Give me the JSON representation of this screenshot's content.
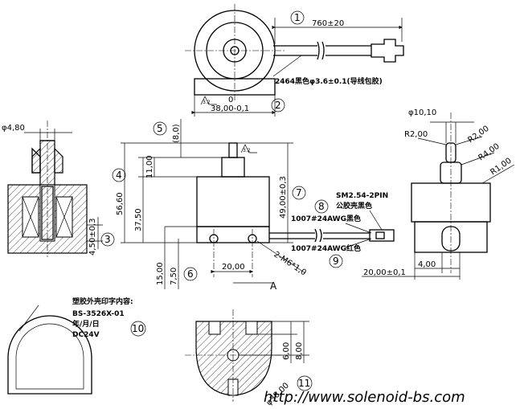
{
  "balloons": [
    "1",
    "2",
    "3",
    "4",
    "5",
    "6",
    "7",
    "8",
    "9",
    "10",
    "11"
  ],
  "top_view": {
    "cable_length": "760±20",
    "wire_spec": "2464黑色φ3.6±0.1(导线包胶)",
    "width": "38,00-0,1",
    "zero": "0",
    "roughness": "3.2"
  },
  "left_view": {
    "plunger_dia": "φ4,80",
    "stroke_height": "4,50±0,3"
  },
  "front_view": {
    "dim_8": "(8,0)",
    "dim_11": "11,00",
    "dim_56": "56,60",
    "dim_375": "37,50",
    "dim_15": "15,00",
    "dim_75": "7,50",
    "dim_20": "20,00",
    "dim_49": "49,00±0,3",
    "thread": "2-M6*1,0",
    "section_mark": "A",
    "roughness": "3.2",
    "connector": "SM2.54-2PIN",
    "connector_sub": "公胶壳黑色",
    "wire_black": "1007#24AWG黑色",
    "wire_red": "1007#24AWG红色"
  },
  "right_view": {
    "dia": "φ10,10",
    "r2a": "R2,00",
    "r2b": "R2,00",
    "r4": "R4,00",
    "r1": "R1,00",
    "width": "20,00±0,1",
    "offset": "4,00"
  },
  "label_view": {
    "title": "塑胶外壳印字内容:",
    "line1": "BS-3526X-01",
    "line2": "年/月/日",
    "line3": "DC24V"
  },
  "section_view": {
    "dim_6": "6,00",
    "dim_8": "8,00",
    "dia": "φ38,00"
  },
  "watermark": "http://www.solenoid-bs.com"
}
